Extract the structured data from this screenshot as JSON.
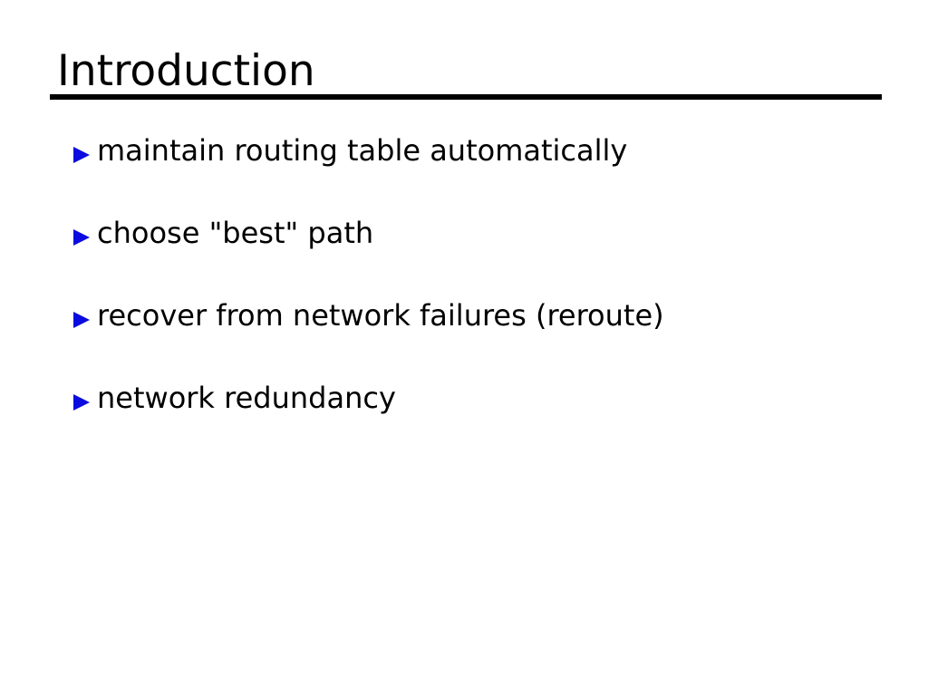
{
  "slide": {
    "title": "Introduction",
    "bullets": [
      "maintain routing table automatically",
      "choose \"best\" path",
      "recover from network failures (reroute)",
      "network redundancy"
    ],
    "colors": {
      "background": "#ffffff",
      "title_text": "#000000",
      "body_text": "#000000",
      "underline": "#000000",
      "bullet_marker": "#0b0be1"
    }
  }
}
